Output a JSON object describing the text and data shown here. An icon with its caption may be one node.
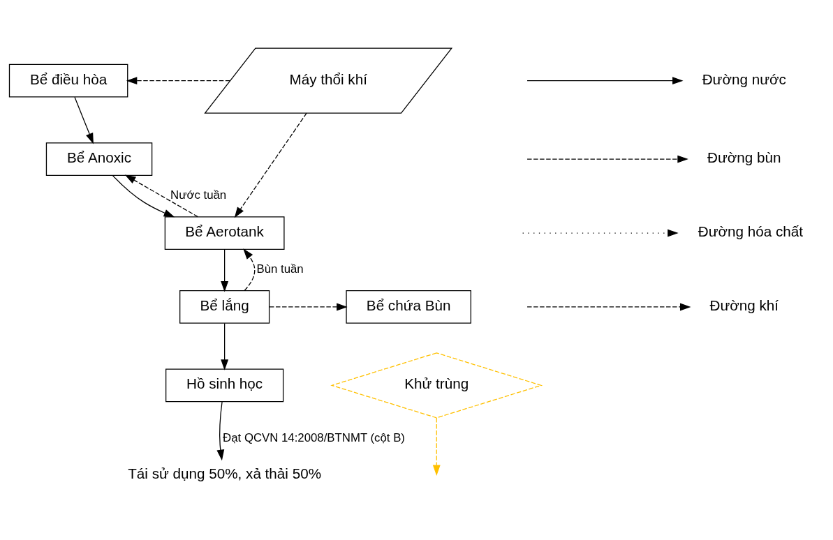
{
  "diagram": {
    "nodes": [
      {
        "text": [
          "Bể điều hòa"
        ]
      },
      {
        "text": [
          "Máy thổi khí"
        ]
      },
      {
        "text": [
          "Bể Anoxic"
        ]
      },
      {
        "text": [
          "Bể Aerotank"
        ]
      },
      {
        "text": [
          "Bể lắng"
        ]
      },
      {
        "text": [
          "Bể chứa Bùn"
        ]
      },
      {
        "text": [
          "Hồ sinh học"
        ]
      },
      {
        "text": [
          "Khử trùng"
        ]
      },
      {
        "text": [
          "Tái sử dụng 50%, xả thải 50%"
        ]
      }
    ],
    "edges": [
      {
        "from": 1,
        "to": 0,
        "arrow": "to",
        "style": "dashed"
      },
      {
        "from": 1,
        "to": 3,
        "arrow": "to",
        "style": "dashed"
      },
      {
        "from": 0,
        "to": 2,
        "arrow": "to"
      },
      {
        "from": 2,
        "to": 3,
        "arrow": "to"
      },
      {
        "from": 3,
        "to": 2,
        "arrow": "to",
        "style": "dashed",
        "label": "Nước tuần"
      },
      {
        "from": 3,
        "to": 4,
        "arrow": "to"
      },
      {
        "from": 4,
        "to": 3,
        "arrow": "to",
        "style": "dashed",
        "label": "Bùn tuần"
      },
      {
        "from": 4,
        "to": 5,
        "arrow": "to",
        "style": "dashed"
      },
      {
        "from": 4,
        "to": 6,
        "arrow": "to"
      },
      {
        "from": 6,
        "to": 8,
        "arrow": "to",
        "label": "Đạt QCVN 14:2008/BTNMT (cột B)"
      },
      {
        "from": 7,
        "to": null,
        "arrow": "to",
        "style": "dashed",
        "color": "#ffc000"
      }
    ],
    "legend": [
      {
        "text": "Đường nước"
      },
      {
        "text": "Đường bùn"
      },
      {
        "text": "Đường hóa chất"
      },
      {
        "text": "Đường khí"
      }
    ]
  }
}
